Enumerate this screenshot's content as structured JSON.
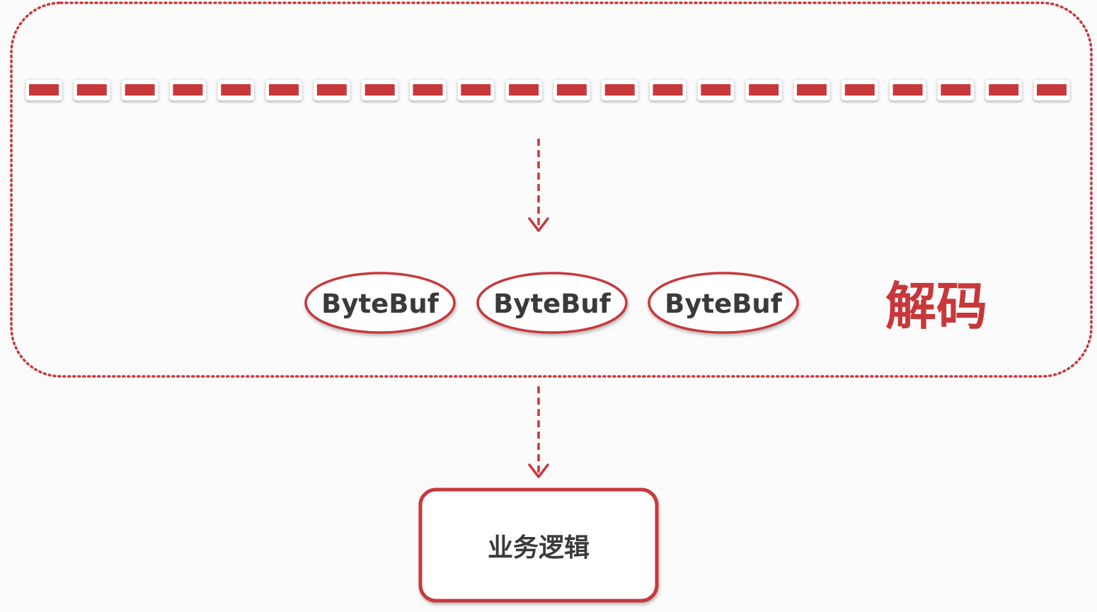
{
  "colors": {
    "accent": "#c8373a",
    "text": "#3a3a3a",
    "background": "#fbfbfb"
  },
  "diagram": {
    "bytebufs": [
      {
        "label": "ByteBuf"
      },
      {
        "label": "ByteBuf"
      },
      {
        "label": "ByteBuf"
      }
    ],
    "decode_label": "解码",
    "business_logic_label": "业务逻辑"
  }
}
